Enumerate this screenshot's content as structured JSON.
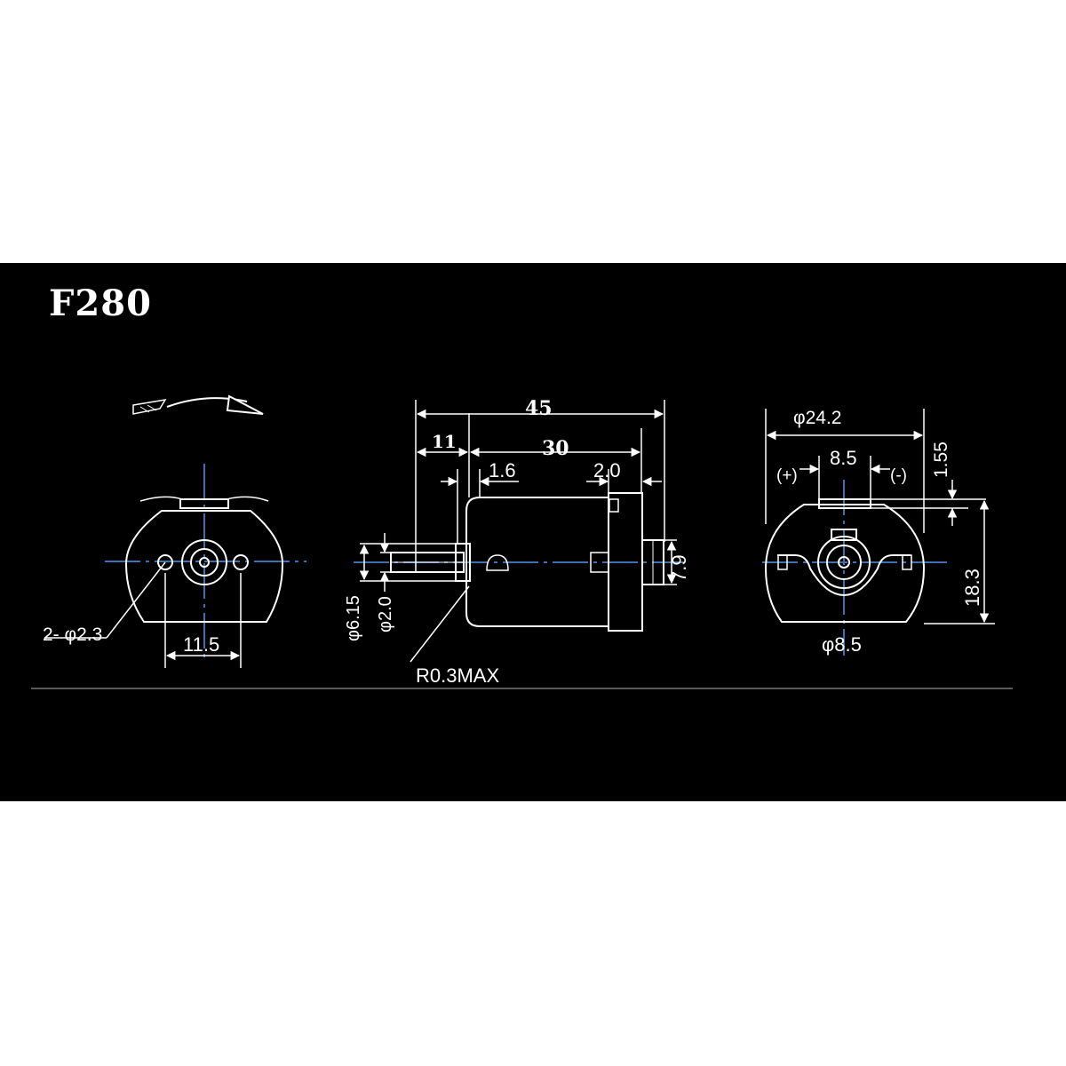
{
  "title": "F280",
  "colors": {
    "background": "#000000",
    "outline": "#ffffff",
    "centerline": "#3d6fb5",
    "page": "#ffffff"
  },
  "front_view": {
    "arrow_icon": "rotation-arrow-icon",
    "hole_label": "2- φ2.3",
    "hole_spacing": "11.5"
  },
  "side_view": {
    "overall_length": "45",
    "shaft_length": "11",
    "body_length": "30",
    "front_boss": "1.6",
    "rear_flange": "2.0",
    "rear_boss": "7.9",
    "boss_diameter": "φ6.15",
    "shaft_diameter": "φ2.0",
    "radius_note": "R0.3MAX"
  },
  "rear_view": {
    "body_diameter": "φ24.2",
    "terminal_spacing": "8.5",
    "terminal_offset": "1.55",
    "plus_label": "(+)",
    "minus_label": "(-)",
    "height": "18.3",
    "bearing_diameter": "φ8.5"
  }
}
